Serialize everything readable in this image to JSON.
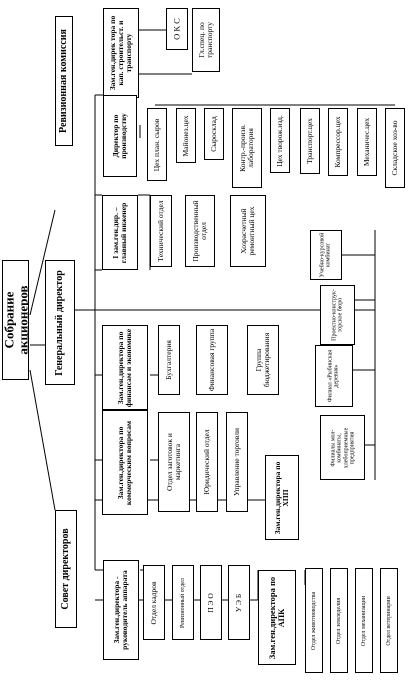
{
  "nodes": {
    "shareholders": "Собрание акционеров",
    "audit_commission": "Ревизионная комиссия",
    "general_director": "Генеральный директор",
    "board_of_directors": "Совет директоров",
    "deputy_capital_construction": "Зам.ген.дирек тора по кап. строительст. и транспорту",
    "oks": "О К С",
    "chief_transport_specialist": "Гл.спец. по транспорту",
    "production_director": "Директор по производству",
    "production_units": [
      "Цех план. сыров",
      "Майонез.цех",
      "Сыросклад",
      "Контр.-произв. лаборатория",
      "Цех творож.изд.",
      "Транспорт.цех",
      "Компрессор.цех",
      "Механичес.цех",
      "Складское хоз-во"
    ],
    "chief_engineer": "I зам.ген.дир. – главный инженер",
    "engineer_units": [
      "Технический отдел",
      "Производственный отдел",
      "Хозрасчетный ремонтный цех"
    ],
    "branches": [
      "Учебно-курсовой комбинат",
      "Проектно-конструк-торское бюро",
      "Филиал «Рыбинская деревня»",
      "Филиалы мол-комбинаты, хлебоприемные предприятия"
    ],
    "deputy_finance": "Зам.ген.директора по финансам и экономике",
    "finance_units": [
      "Бухгалтерия",
      "Финансовая группа",
      "Группа бюджетирования"
    ],
    "deputy_commercial": "Зам.ген.директора по коммерческим вопросам",
    "commercial_units": [
      "Отдел заготовок и маркетинга",
      "Юридический отдел",
      "Управление торговли"
    ],
    "deputy_hpp": "Зам.ген.директора по ХПП",
    "deputy_admin": "Зам.ген.директора - руководитель аппарата",
    "admin_units": [
      "Отдел кадров",
      "Ревизионный отдел",
      "П Э О",
      "У Э Б"
    ],
    "deputy_apk": "Зам.ген.директора по АПК",
    "apk_units": [
      "Отдел животноводства",
      "Отдел земледелия",
      "Отдел механизации",
      "Отдел ветеринарии"
    ]
  }
}
